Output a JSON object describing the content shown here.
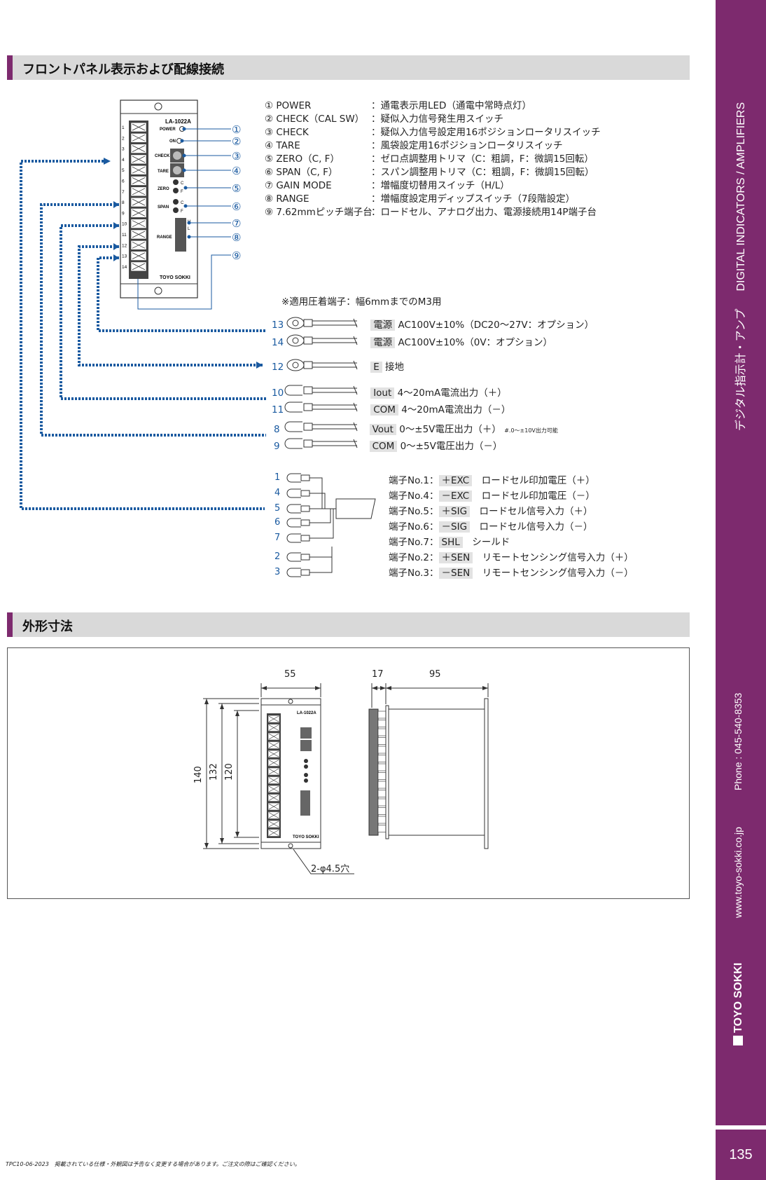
{
  "sections": {
    "front_panel": "フロントパネル表示および配線接続",
    "dimensions": "外形寸法"
  },
  "legend": [
    {
      "name": "① POWER",
      "desc": "：通電表示用LED（通電中常時点灯）"
    },
    {
      "name": "② CHECK（CAL SW）",
      "desc": "：疑似入力信号発生用スイッチ"
    },
    {
      "name": "③ CHECK",
      "desc": "：疑似入力信号設定用16ポジションロータリスイッチ"
    },
    {
      "name": "④ TARE",
      "desc": "：風袋設定用16ポジションロータリスイッチ"
    },
    {
      "name": "⑤ ZERO（C, F）",
      "desc": "：ゼロ点調整用トリマ（C：粗調，F：微調15回転）"
    },
    {
      "name": "⑥ SPAN（C, F）",
      "desc": "：スパン調整用トリマ（C：粗調，F：微調15回転）"
    },
    {
      "name": "⑦ GAIN MODE",
      "desc": "：増幅度切替用スイッチ（H/L）"
    },
    {
      "name": "⑧ RANGE",
      "desc": "：増幅度設定用ディップスイッチ（7段階設定）"
    },
    {
      "name": "⑨ 7.62mmピッチ端子台",
      "desc": "：ロードセル、アナログ出力、電源接続用14P端子台"
    }
  ],
  "callouts": [
    "①",
    "②",
    "③",
    "④",
    "⑤",
    "⑥",
    "⑦",
    "⑧",
    "⑨"
  ],
  "panel": {
    "model": "LA-1022A",
    "power": "POWER",
    "on": "ON",
    "check": "CHECK",
    "tare": "TARE",
    "zero": "ZERO",
    "span": "SPAN",
    "range": "RANGE",
    "brand": "TOYO SOKKI",
    "c": "C",
    "f": "F",
    "h": "H",
    "l": "L",
    "terminals": [
      "1",
      "2",
      "3",
      "4",
      "5",
      "6",
      "7",
      "8",
      "9",
      "10",
      "11",
      "12",
      "13",
      "14"
    ]
  },
  "crimp_note": "※適用圧着端子：幅6mmまでのM3用",
  "wires": [
    {
      "num": "13",
      "tag": "電源",
      "text": "AC100V±10%（DC20～27V：オプション）",
      "small": ""
    },
    {
      "num": "14",
      "tag": "電源",
      "text": "AC100V±10%（0V：オプション）",
      "small": ""
    },
    {
      "num": "12",
      "tag": "E",
      "text": "接地",
      "small": ""
    },
    {
      "num": "10",
      "tag": "Iout",
      "text": "4～20mA電流出力（＋）",
      "small": ""
    },
    {
      "num": "11",
      "tag": "COM",
      "text": "4～20mA電流出力（－）",
      "small": ""
    },
    {
      "num": "8",
      "tag": "Vout",
      "text": "0～±5V電圧出力（＋）",
      "small": "#.0～±10V出力可能"
    },
    {
      "num": "9",
      "tag": "COM",
      "text": "0～±5V電圧出力（－）",
      "small": ""
    }
  ],
  "loadcell_nums": [
    "1",
    "4",
    "5",
    "6",
    "7",
    "2",
    "3"
  ],
  "pins": [
    {
      "label": "端子No.1：",
      "tag": "＋EXC",
      "text": "ロードセル印加電圧（＋）"
    },
    {
      "label": "端子No.4：",
      "tag": "－EXC",
      "text": "ロードセル印加電圧（－）"
    },
    {
      "label": "端子No.5：",
      "tag": "＋SIG",
      "text": "ロードセル信号入力（＋）"
    },
    {
      "label": "端子No.6：",
      "tag": "－SIG",
      "text": "ロードセル信号入力（－）"
    },
    {
      "label": "端子No.7：",
      "tag": "SHL",
      "text": "シールド"
    },
    {
      "label": "端子No.2：",
      "tag": "＋SEN",
      "text": "リモートセンシング信号入力（＋）"
    },
    {
      "label": "端子No.3：",
      "tag": "－SEN",
      "text": "リモートセンシング信号入力（－）"
    }
  ],
  "dims": {
    "w55": "55",
    "d17": "17",
    "d95": "95",
    "h140": "140",
    "h132": "132",
    "h120": "120",
    "hole": "2-φ4.5穴"
  },
  "side": {
    "title_jp": "デジタル指示計・アンプ",
    "title_en": "DIGITAL INDICATORS / AMPLIFIERS",
    "phone": "Phone : 045-540-8353",
    "web": "www.toyo-sokki.co.jp",
    "brand": "TOYO SOKKI"
  },
  "page_number": "135",
  "footer": "TPC10-06-2023　掲載されている仕様・外観図は予告なく変更する場合があります。ご注文の際はご確認ください。",
  "colors": {
    "accent": "#7d2a6e",
    "wire_blue": "#1a5aa0"
  }
}
